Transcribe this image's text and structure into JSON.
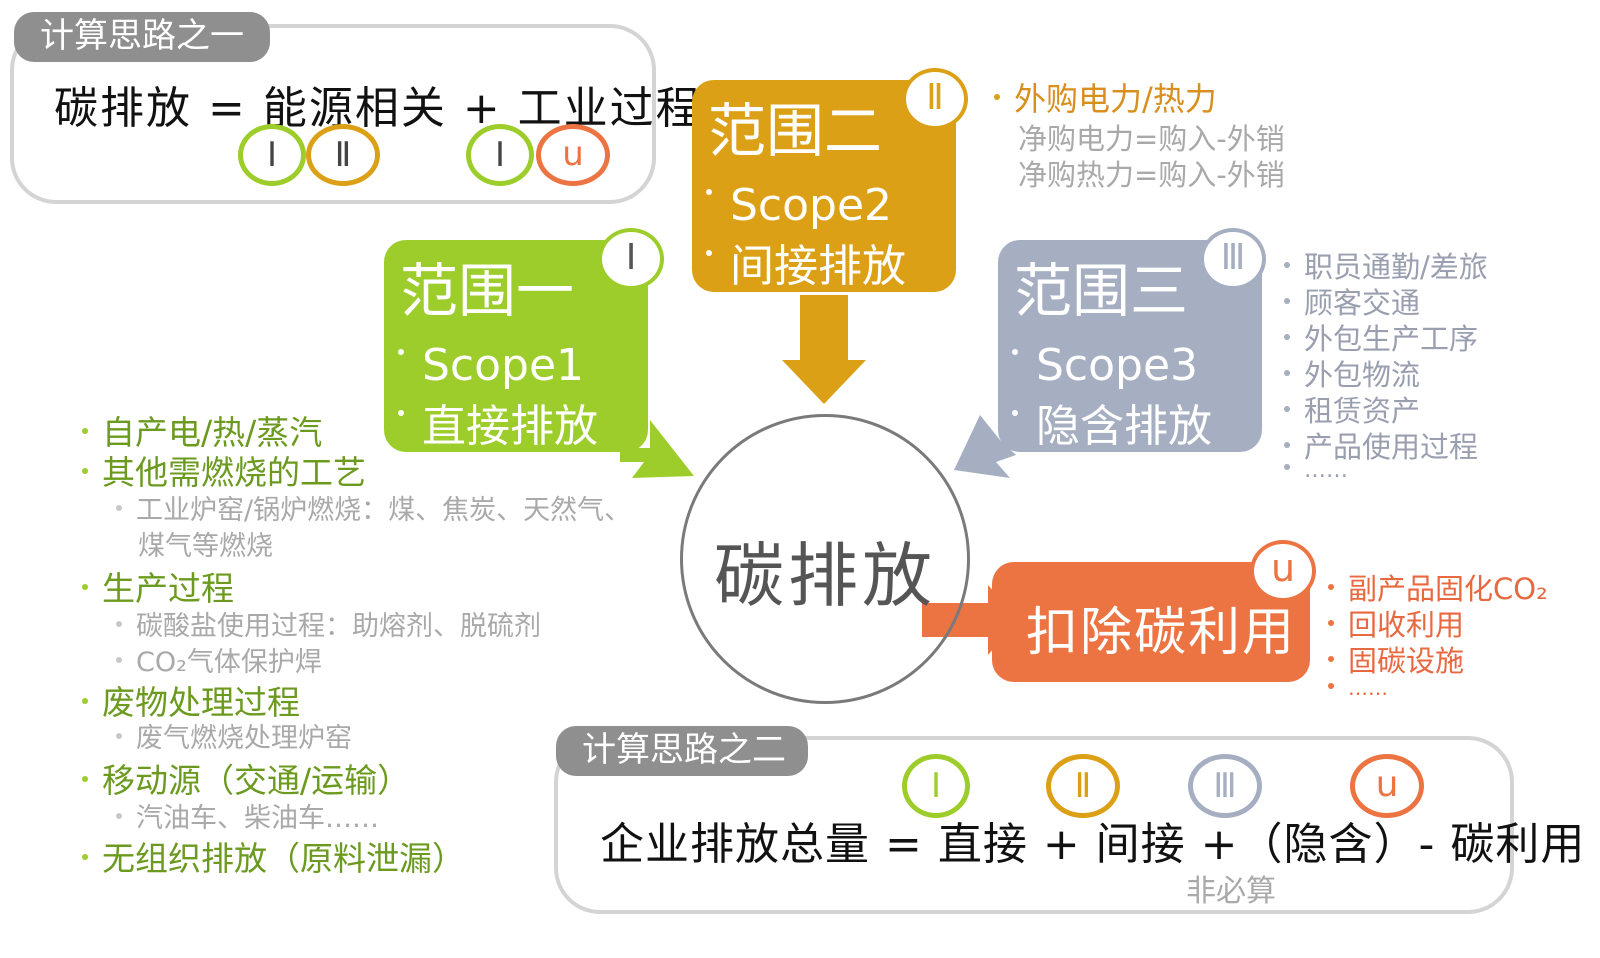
{
  "method1": {
    "tag": "计算思路之一",
    "formula": "碳排放 = 能源相关 + 工业过程",
    "badges": [
      "Ⅰ",
      "Ⅱ",
      "Ⅰ",
      "u"
    ]
  },
  "scope1": {
    "title": "范围一",
    "line1": "Scope1",
    "line2": "直接排放",
    "badge": "Ⅰ",
    "color": "#9ccd2a"
  },
  "scope2": {
    "title": "范围二",
    "line1": "Scope2",
    "line2": "间接排放",
    "badge": "Ⅱ",
    "color": "#dca016"
  },
  "scope3": {
    "title": "范围三",
    "line1": "Scope3",
    "line2": "隐含排放",
    "badge": "Ⅲ",
    "color": "#a6afc1"
  },
  "scope2_notes": {
    "head": "外购电力/热力",
    "items": [
      "净购电力=购入-外销",
      "净购热力=购入-外销"
    ]
  },
  "scope3_notes": [
    "职员通勤/差旅",
    "顾客交通",
    "外包生产工序",
    "外包物流",
    "租赁资产",
    "产品使用过程",
    "……"
  ],
  "center": "碳排放",
  "offset": {
    "label": "扣除碳利用",
    "badge": "u",
    "color": "#ec7443",
    "items": [
      "副产品固化CO₂",
      "回收利用",
      "固碳设施",
      "……"
    ]
  },
  "scope1_notes": {
    "items": [
      {
        "text": "自产电/热/蒸汽",
        "subs": []
      },
      {
        "text": "其他需燃烧的工艺",
        "subs": [
          "工业炉窑/锅炉燃烧：煤、焦炭、天然气、",
          "煤气等燃烧"
        ]
      },
      {
        "text": "生产过程",
        "subs": [
          "碳酸盐使用过程：助熔剂、脱硫剂",
          "CO₂气体保护焊"
        ]
      },
      {
        "text": "废物处理过程",
        "subs": [
          "废气燃烧处理炉窑"
        ]
      },
      {
        "text": "移动源（交通/运输）",
        "subs": [
          "汽油车、柴油车……"
        ]
      },
      {
        "text": "无组织排放（原料泄漏）",
        "subs": []
      }
    ]
  },
  "method2": {
    "tag": "计算思路之二",
    "formula": "企业排放总量 = 直接 + 间接 +（隐含）- 碳利用",
    "badges": [
      "Ⅰ",
      "Ⅱ",
      "Ⅲ",
      "u"
    ],
    "note": "非必算"
  }
}
